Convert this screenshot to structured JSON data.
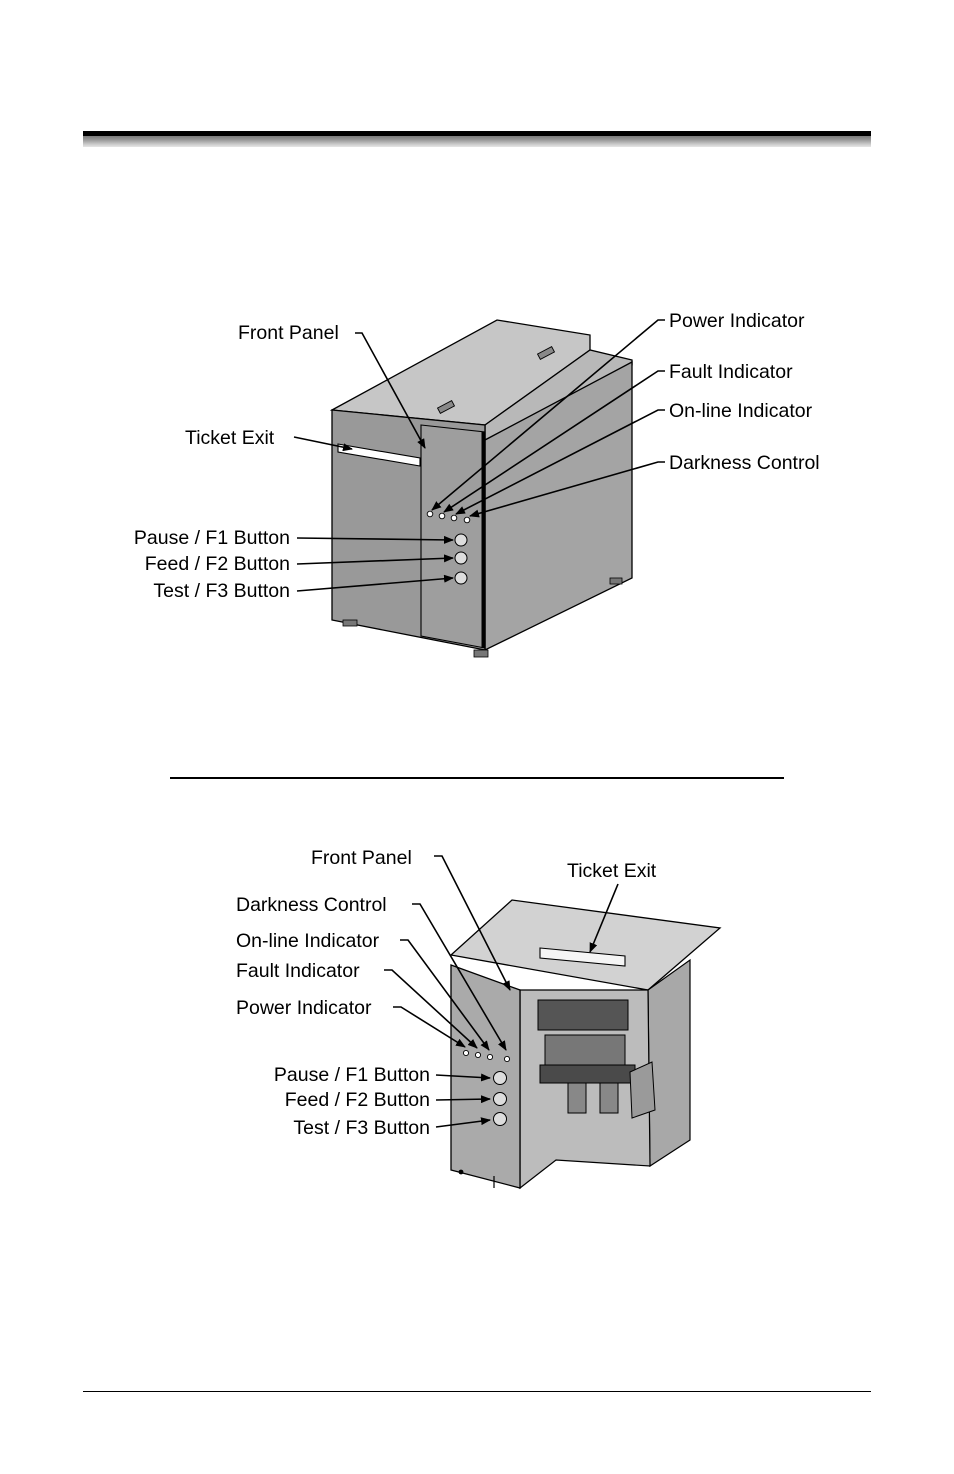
{
  "figure1": {
    "labels": {
      "front_panel": "Front Panel",
      "ticket_exit": "Ticket Exit",
      "power_indicator": "Power Indicator",
      "fault_indicator": "Fault Indicator",
      "online_indicator": "On-line Indicator",
      "darkness_control": "Darkness Control",
      "pause_button": "Pause / F1 Button",
      "feed_button": "Feed / F2 Button",
      "test_button": "Test / F3 Button"
    }
  },
  "figure2": {
    "labels": {
      "front_panel": "Front Panel",
      "ticket_exit": "Ticket Exit",
      "darkness_control": "Darkness Control",
      "online_indicator": "On-line Indicator",
      "fault_indicator": "Fault Indicator",
      "power_indicator": "Power Indicator",
      "pause_button": "Pause / F1 Button",
      "feed_button": "Feed / F2 Button",
      "test_button": "Test / F3 Button"
    }
  }
}
